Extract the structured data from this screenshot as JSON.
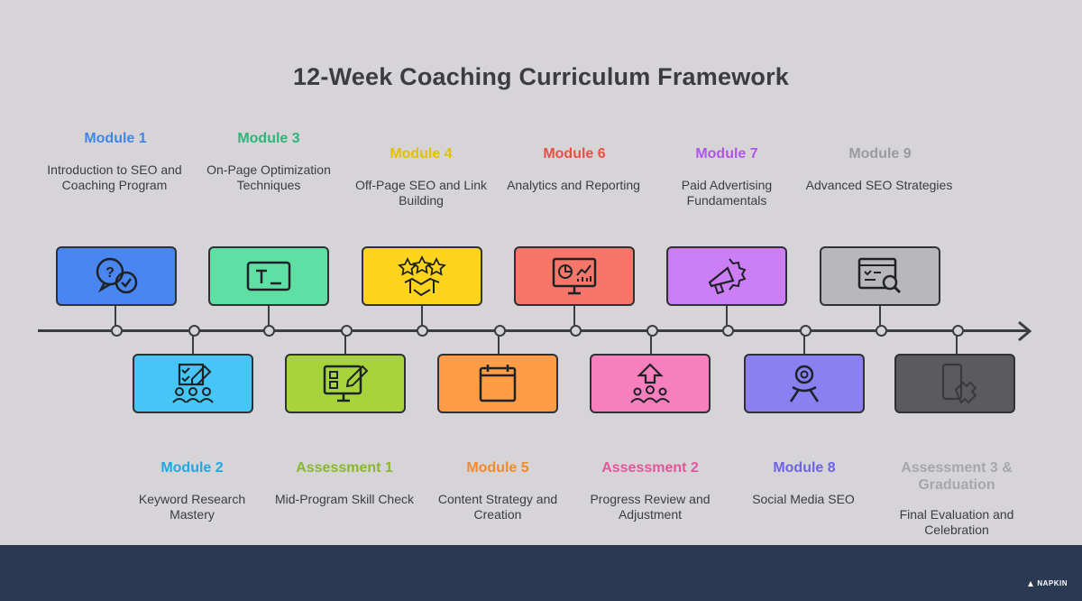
{
  "title": "12-Week Coaching Curriculum Framework",
  "top_modules": [
    {
      "label": "Module 1",
      "desc": "Introduction to SEO and Coaching Program",
      "color": "#3f86e6",
      "box": "#4a86f0",
      "icon": "question-chat-icon"
    },
    {
      "label": "Module 3",
      "desc": "On-Page Optimization Techniques",
      "color": "#2fb47c",
      "box": "#5ee0a4",
      "icon": "text-cursor-icon"
    },
    {
      "label": "Module 4",
      "desc": "Off-Page SEO and Link Building",
      "color": "#e3c000",
      "box": "#ffd41c",
      "icon": "stars-handshake-icon"
    },
    {
      "label": "Module 6",
      "desc": "Analytics and Reporting",
      "color": "#ea4f43",
      "box": "#f6776a",
      "icon": "analytics-monitor-icon"
    },
    {
      "label": "Module 7",
      "desc": "Paid Advertising Fundamentals",
      "color": "#b155e8",
      "box": "#cc7ef7",
      "icon": "megaphone-icon"
    },
    {
      "label": "Module 9",
      "desc": "Advanced SEO Strategies",
      "color": "#9b9b9d",
      "box": "#b8b8ba",
      "icon": "web-search-icon"
    }
  ],
  "bottom_modules": [
    {
      "label": "Module 2",
      "desc": "Keyword Research Mastery",
      "color": "#1fa8e0",
      "box": "#45c6f7",
      "icon": "team-checklist-icon"
    },
    {
      "label": "Assessment 1",
      "desc": "Mid-Program Skill Check",
      "color": "#8ab82a",
      "box": "#a6d43a",
      "icon": "screen-edit-icon"
    },
    {
      "label": "Module 5",
      "desc": "Content Strategy and Creation",
      "color": "#f08a2a",
      "box": "#ff9c45",
      "icon": "calendar-icon"
    },
    {
      "label": "Assessment 2",
      "desc": "Progress Review and Adjustment",
      "color": "#e4559c",
      "box": "#f77fbd",
      "icon": "growth-team-icon"
    },
    {
      "label": "Module 8",
      "desc": "Social Media SEO",
      "color": "#6c63e8",
      "box": "#8a80f2",
      "icon": "social-person-icon"
    },
    {
      "label": "Assessment 3 & Graduation",
      "desc": "Final Evaluation and Celebration",
      "color": "#a7a7a9",
      "box": "#5b5b5e",
      "icon": "puzzle-device-icon"
    }
  ],
  "logo": "NAPKIN"
}
